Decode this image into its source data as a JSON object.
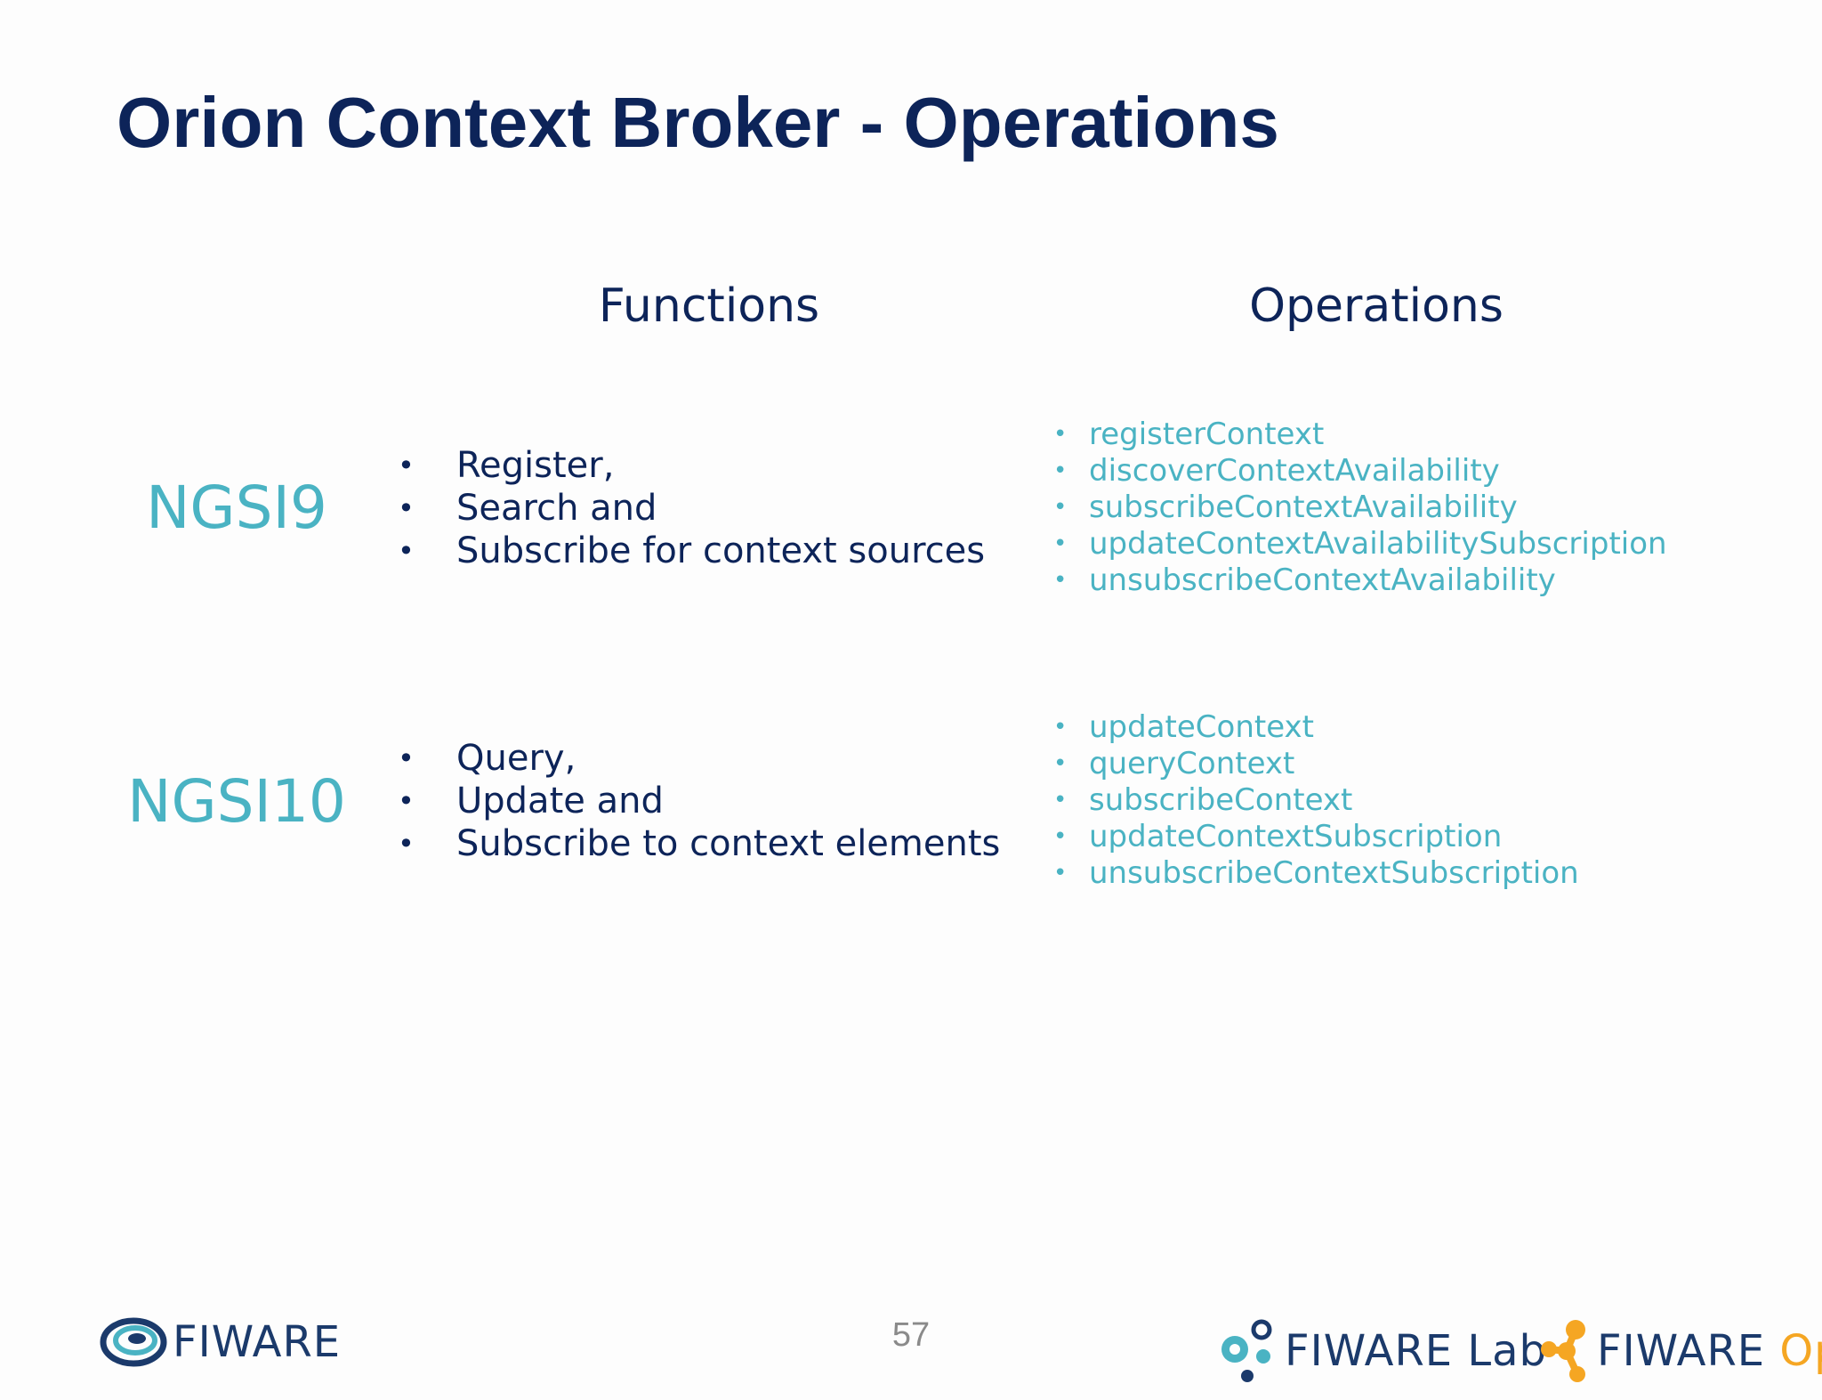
{
  "slide": {
    "title": "Orion Context Broker - Operations",
    "headers": {
      "functions": "Functions",
      "operations": "Operations"
    },
    "rows": [
      {
        "label": "NGSI9",
        "functions": [
          "Register,",
          "Search and",
          "Subscribe for context sources"
        ],
        "operations": [
          "registerContext",
          "discoverContextAvailability",
          "subscribeContextAvailability",
          "updateContextAvailabilitySubscription",
          "unsubscribeContextAvailability"
        ]
      },
      {
        "label": "NGSI10",
        "functions": [
          "Query,",
          "Update and",
          "Subscribe to context elements"
        ],
        "operations": [
          "updateContext",
          "queryContext",
          "subscribeContext",
          "updateContextSubscription",
          "unsubscribeContextSubscription"
        ]
      }
    ],
    "page_number": "57"
  },
  "footer": {
    "logos": {
      "fiware": {
        "text": "FIWARE",
        "icon": "fiware-swirl-icon"
      },
      "fiware_lab": {
        "text": "FIWARE",
        "suffix": "Lab",
        "icon": "fiware-lab-icon"
      },
      "fiware_ops": {
        "text": "FIWARE",
        "suffix": "Ops",
        "icon": "fiware-ops-icon"
      }
    }
  },
  "colors": {
    "title": "#0d2459",
    "accent": "#4ab3c3",
    "ops_orange": "#f5a623"
  }
}
